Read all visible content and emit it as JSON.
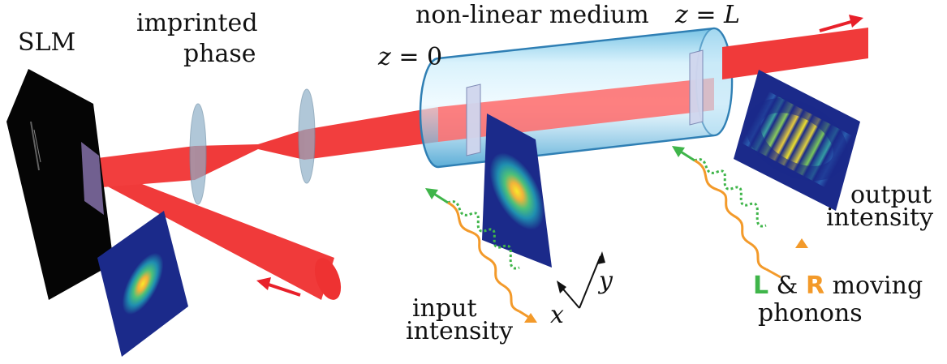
{
  "labels": {
    "slm": "SLM",
    "imprinted": "imprinted",
    "phase": "phase",
    "medium": "non-linear medium",
    "z0_var": "z",
    "z0_eq": "=",
    "z0_val": "0",
    "zL_var": "z",
    "zL_eq": "=",
    "zL_val": "L",
    "input_1": "input",
    "input_2": "intensity",
    "output_1": "output",
    "output_2": "intensity",
    "axis_x": "x",
    "axis_y": "y",
    "phonon_L": "L",
    "phonon_amp": "&",
    "phonon_R": "R",
    "phonon_moving": "moving",
    "phonons": "phonons"
  },
  "colors": {
    "beam": "#f03535",
    "beam_light": "#ff6a6a",
    "cylinder": "#8fd3ee",
    "cylinder_edge": "#2f7fb4",
    "lens": "#8aa9c2",
    "slm": "#050505",
    "arrow_red": "#e8202a",
    "arrow_green": "#3fb54a",
    "wave_green": "#3fb54a",
    "wave_orange": "#f39a2a",
    "field_dark": "#1c2a8c",
    "field_mid": "#21a3a3",
    "field_peak": "#f6e12a"
  }
}
